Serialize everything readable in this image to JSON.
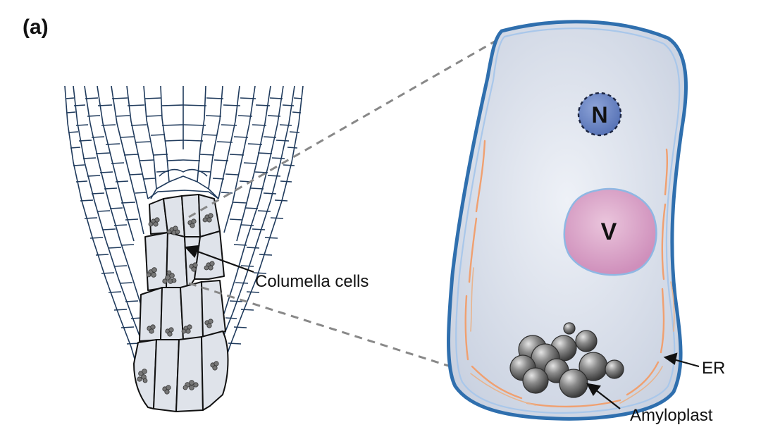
{
  "figure": {
    "panel_label": "(a)",
    "labels": {
      "columella": "Columella cells",
      "nucleus": "N",
      "vacuole": "V",
      "er": "ER",
      "amyloplast": "Amyloplast"
    },
    "colors": {
      "cell_wall": "#2f6fae",
      "cytoplasm": "#dde3ee",
      "nucleus_fill": "#6b86c6",
      "vacuole_fill": "#d99fc6",
      "er": "#f0a070",
      "amyloplast": "#6e6e6e",
      "tissue_line": "#1f3a5c",
      "columella_fill": "#dfe3ea",
      "zoom_line": "#888888"
    }
  }
}
